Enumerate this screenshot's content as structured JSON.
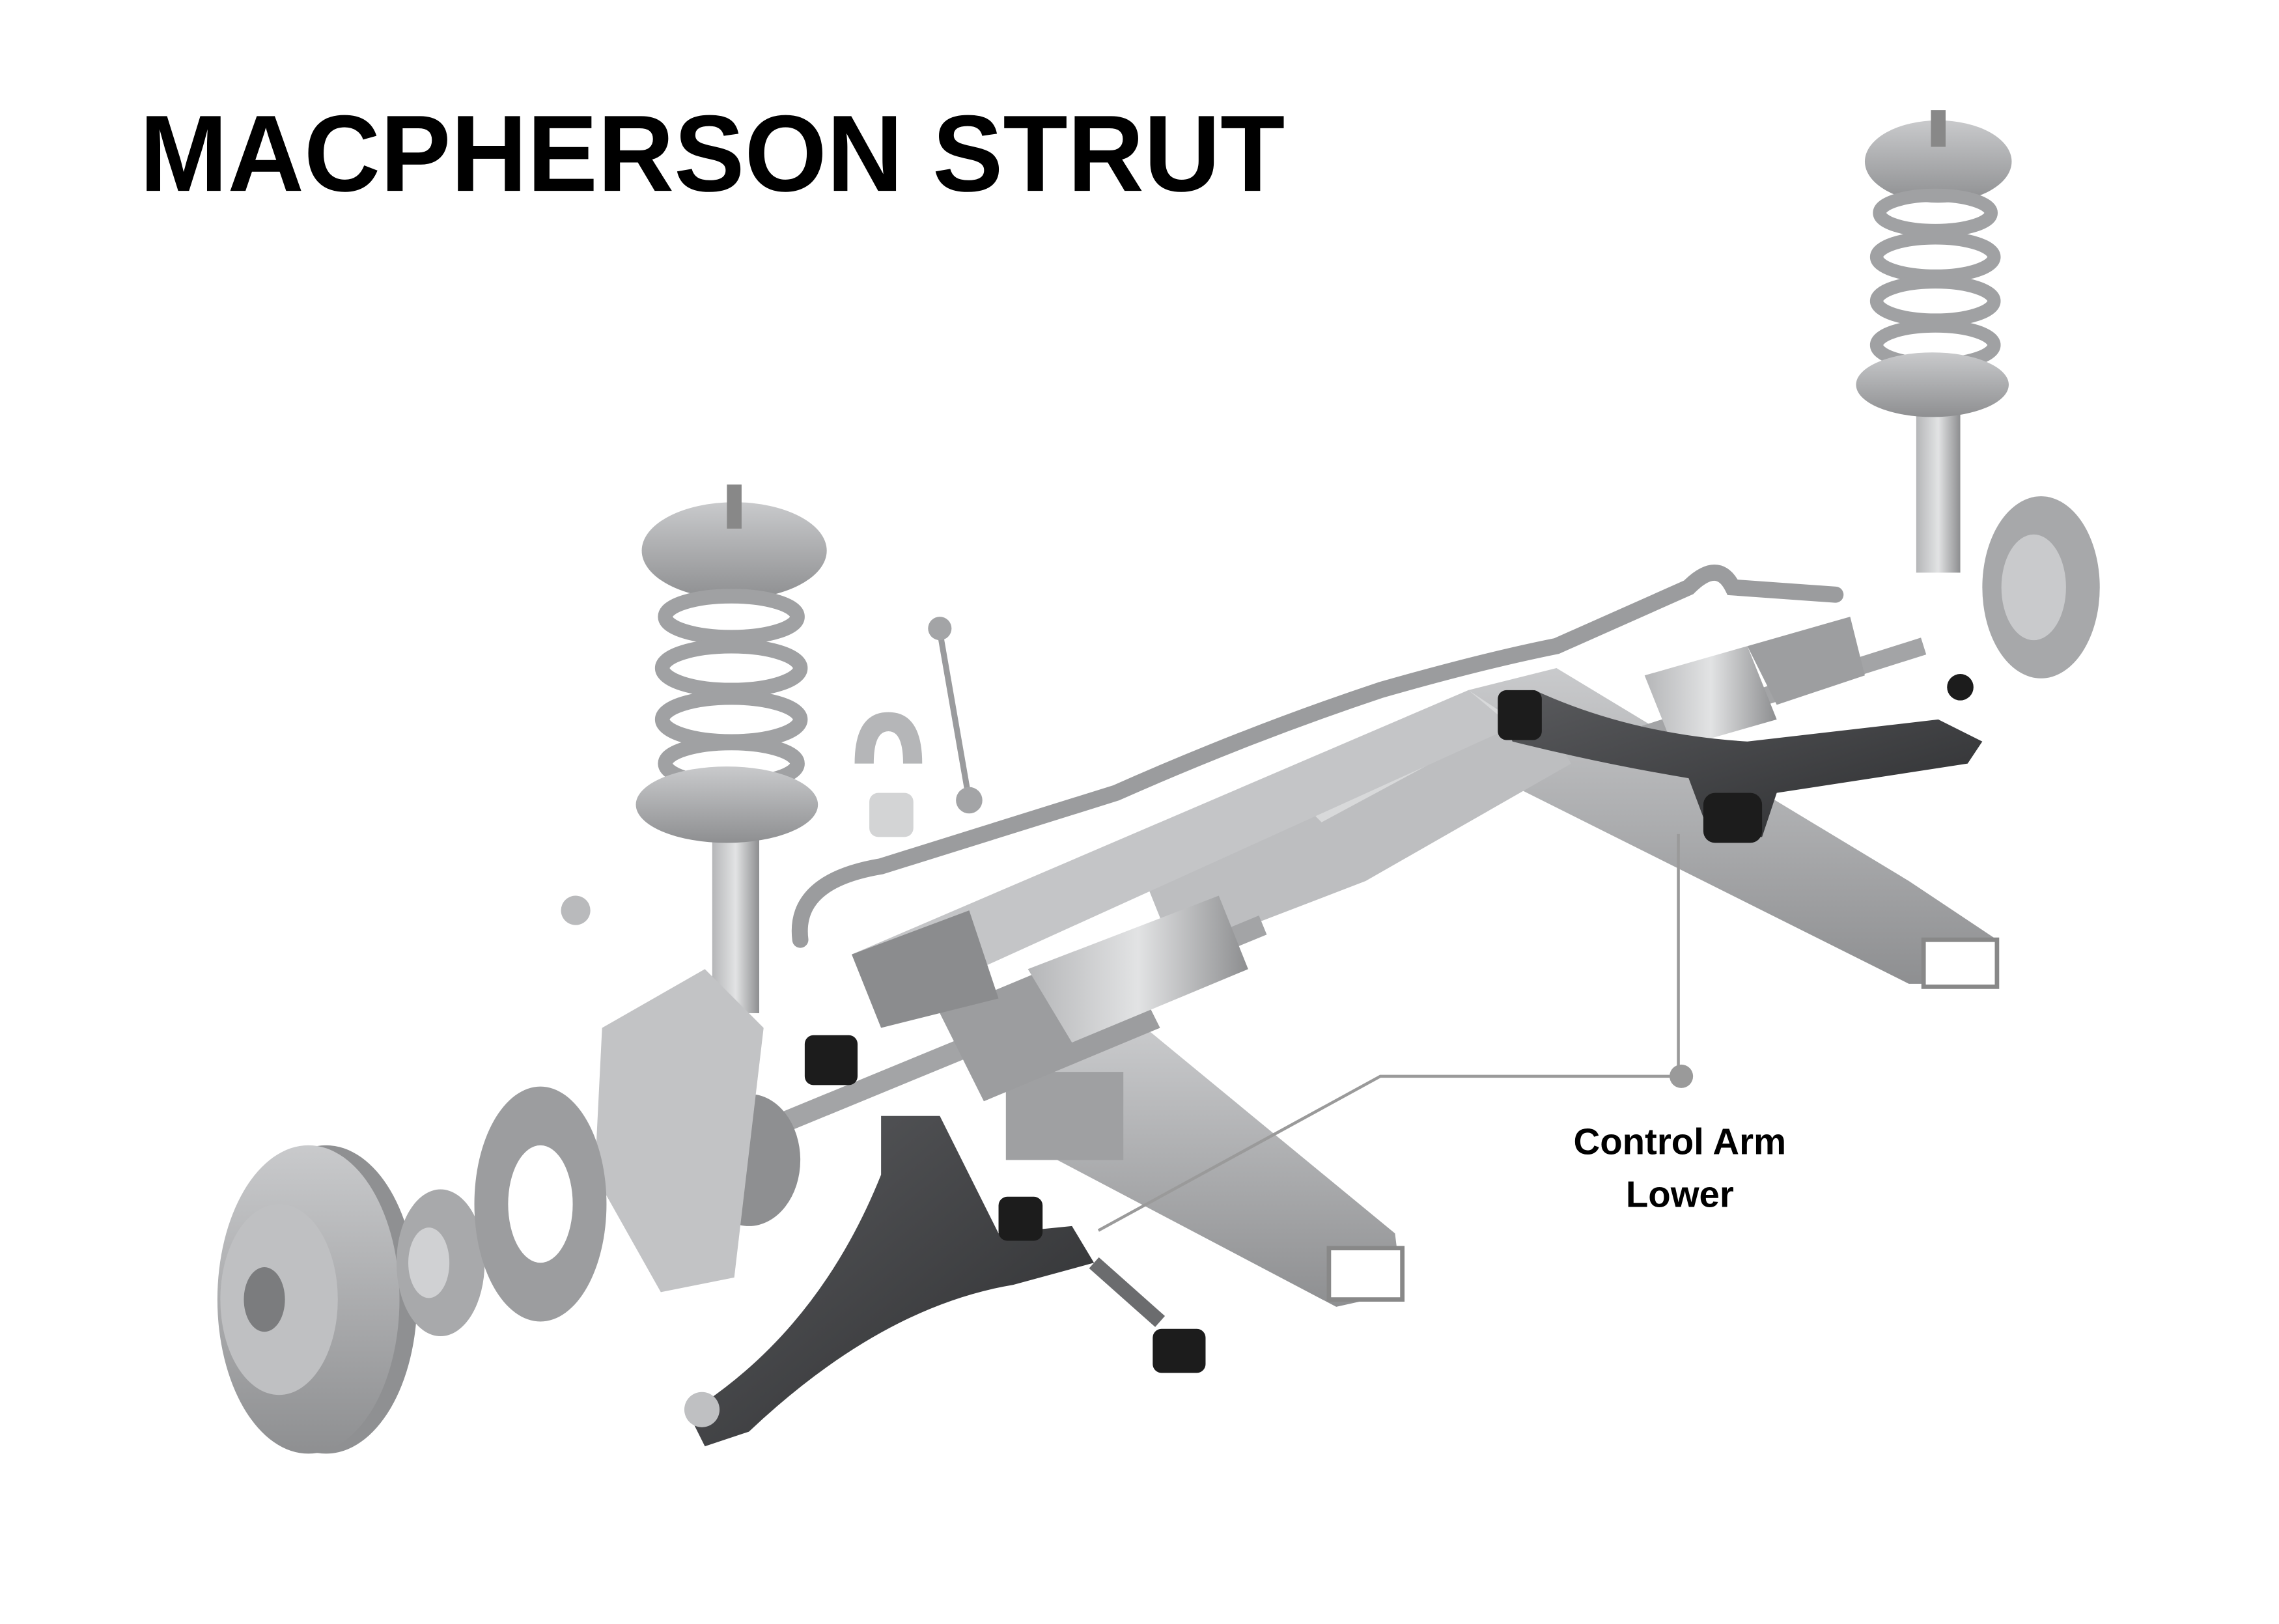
{
  "title": "MACPHERSON STRUT",
  "callout": {
    "line1": "Control Arm",
    "line2": "Lower"
  },
  "colors": {
    "part_gray": "#a9aaac",
    "part_light": "#c8c9cb",
    "part_dark": "#3a3b3d",
    "callout_line": "#9a9a9a"
  }
}
